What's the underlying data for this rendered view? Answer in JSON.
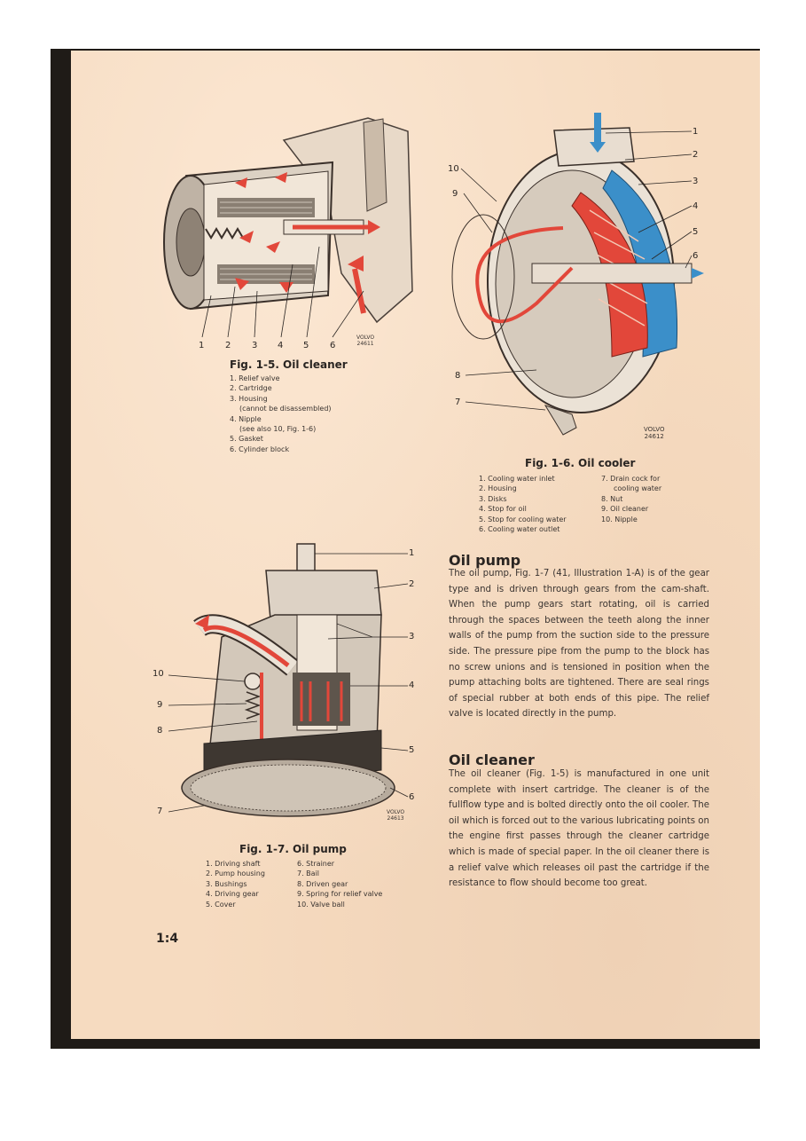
{
  "fig5": {
    "title": "Fig. 1-5.   Oil cleaner",
    "callouts": [
      "1",
      "2",
      "3",
      "4",
      "5",
      "6"
    ],
    "stamp": [
      "VOLVO",
      "24611"
    ],
    "legend": [
      "1. Relief valve",
      "2. Cartridge",
      "3. Housing",
      "(cannot be disassembled)",
      "4. Nipple",
      "(see also 10, Fig. 1-6)",
      "5. Gasket",
      "6. Cylinder block"
    ]
  },
  "fig6": {
    "title": "Fig. 1-6.   Oil cooler",
    "callouts_right": [
      "1",
      "2",
      "3",
      "4",
      "5",
      "6"
    ],
    "callouts_left": [
      "10",
      "9",
      "8",
      "7"
    ],
    "stamp": [
      "VOLVO",
      "24612"
    ],
    "legend_left": [
      "1. Cooling water inlet",
      "2. Housing",
      "3. Disks",
      "4. Stop for oil",
      "5. Stop for cooling water",
      "6. Cooling water outlet"
    ],
    "legend_right": [
      "7. Drain cock for",
      "cooling water",
      "8. Nut",
      "9. Oil cleaner",
      "10. Nipple"
    ]
  },
  "fig7": {
    "title": "Fig. 1-7.   Oil pump",
    "callouts_right": [
      "1",
      "2",
      "3",
      "4",
      "5",
      "6"
    ],
    "callouts_left": [
      "10",
      "9",
      "8",
      "7"
    ],
    "stamp": [
      "VOLVO",
      "24613"
    ],
    "legend_left": [
      "1. Driving shaft",
      "2. Pump housing",
      "3. Bushings",
      "4. Driving gear",
      "5. Cover"
    ],
    "legend_right": [
      "6. Strainer",
      "7. Bail",
      "8. Driven gear",
      "9. Spring for relief valve",
      "10. Valve ball"
    ]
  },
  "oil_pump": {
    "heading": "Oil pump",
    "body": "The oil pump, Fig. 1-7 (41, Illustration 1-A) is of the gear type and is driven through gears from the cam-shaft. When the pump gears start rotating, oil is carried through the spaces between the teeth along the inner walls of the pump from the suction side to the pressure side. The pressure pipe from the pump to the block has no screw unions and is tensioned in position when the pump attaching bolts are tightened. There are seal rings of special rubber at both ends of this pipe. The relief valve is located directly in the pump."
  },
  "oil_cleaner": {
    "heading": "Oil cleaner",
    "body": "The oil cleaner (Fig. 1-5) is manufactured in one unit complete with insert cartridge. The cleaner is of the fullflow type and is bolted directly onto the oil cooler. The oil which is forced out to the various lubricating points on the engine first passes through the cleaner cartridge which is made of special paper. In the oil cleaner there is a relief valve which releases oil past the cartridge if the resistance to flow should become too great."
  },
  "page_number": "1:4",
  "colors": {
    "paper": "#f6dbc0",
    "ink": "#2a2522",
    "oil_red": "#e2473a",
    "water_blue": "#3b8fc9"
  }
}
